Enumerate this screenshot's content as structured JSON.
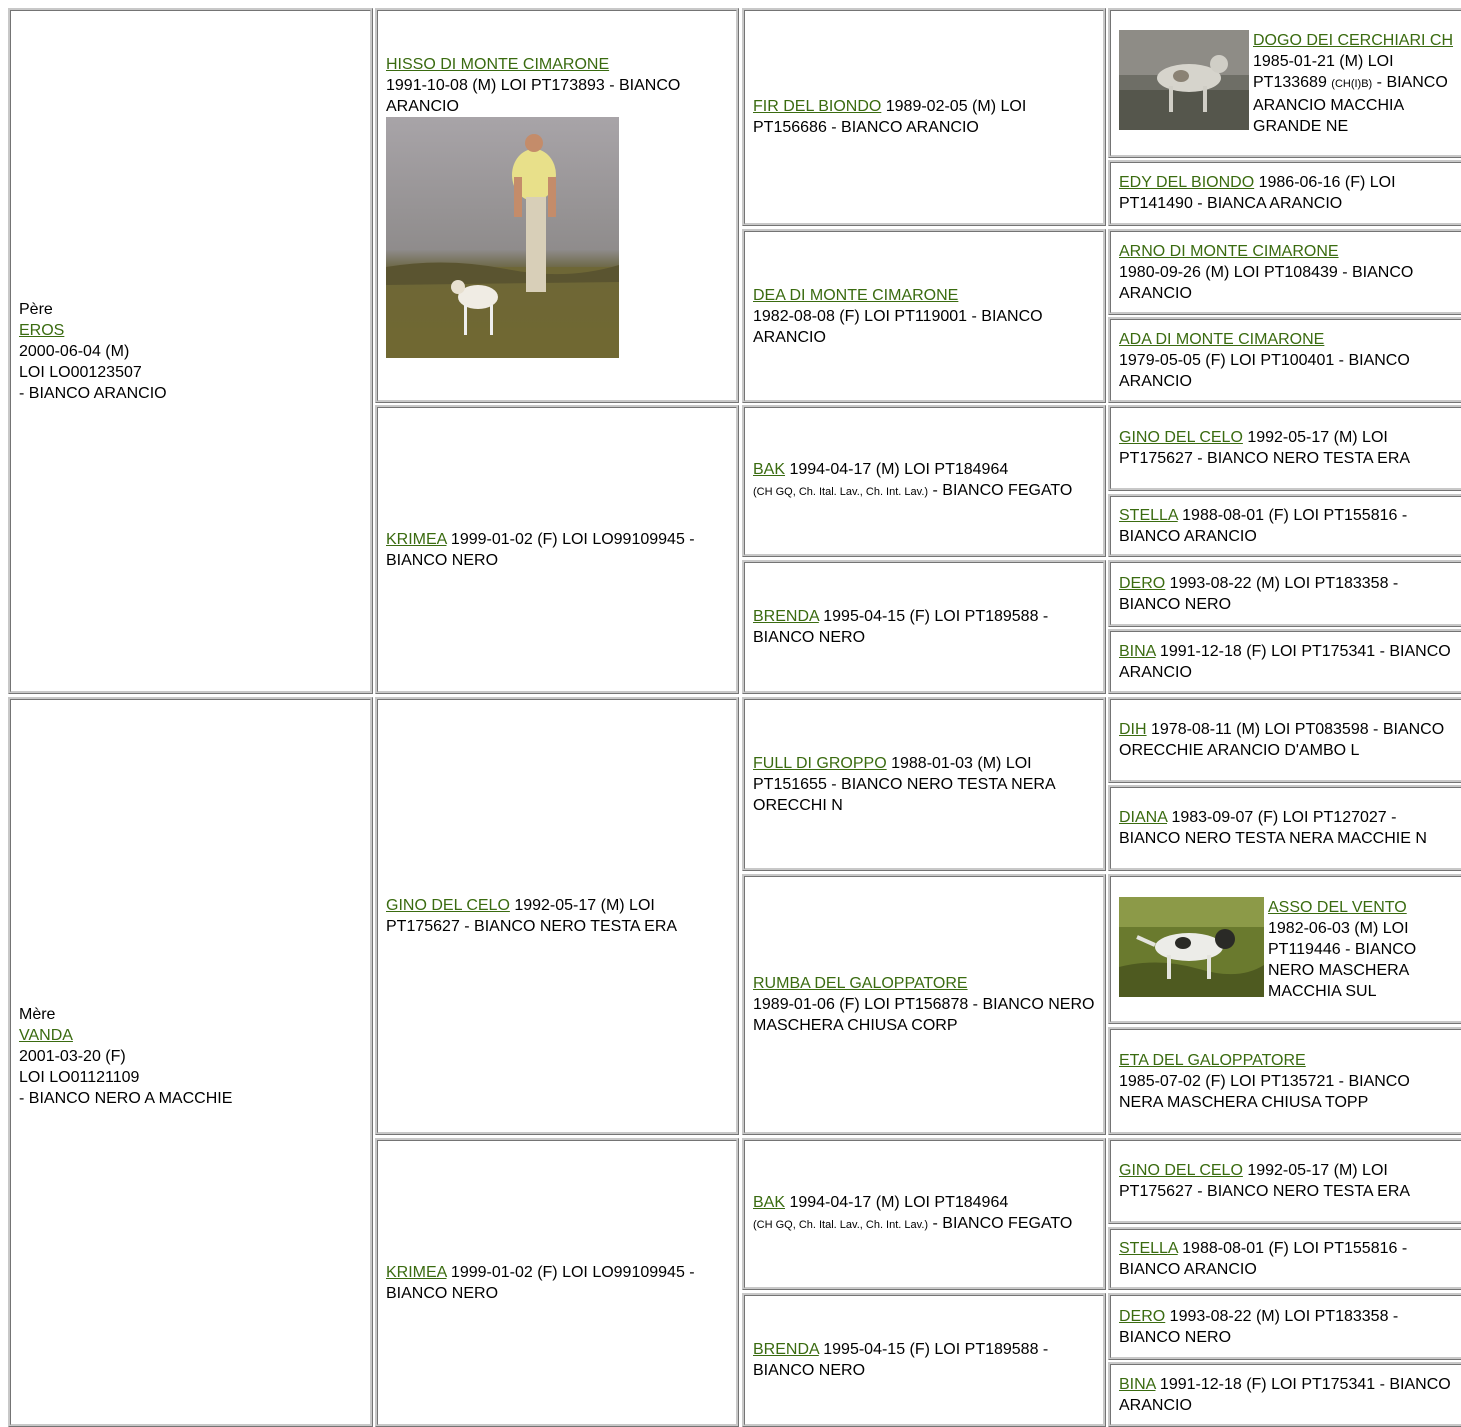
{
  "sire": {
    "role": "Père",
    "name": "EROS",
    "line1": "2000-06-04 (M)",
    "line2": "LOI LO00123507",
    "line3": "- BIANCO ARANCIO"
  },
  "dam": {
    "role": "Mère",
    "name": "VANDA",
    "line1": "2001-03-20 (F)",
    "line2": "LOI LO01121109",
    "line3": "- BIANCO NERO A MACCHIE"
  },
  "g2": [
    {
      "name": "HISSO DI MONTE CIMARONE",
      "text": "1991-10-08 (M) LOI PT173893 - BIANCO ARANCIO"
    },
    {
      "name": "KRIMEA",
      "text": " 1999-01-02 (F) LOI LO99109945 - BIANCO NERO"
    },
    {
      "name": "GINO DEL CELO",
      "text": " 1992-05-17 (M) LOI PT175627 - BIANCO NERO TESTA ERA"
    },
    {
      "name": "KRIMEA",
      "text": " 1999-01-02 (F) LOI LO99109945 - BIANCO NERO"
    }
  ],
  "g3": [
    {
      "name": "FIR DEL BIONDO",
      "text": " 1989-02-05 (M) LOI PT156686 - BIANCO ARANCIO"
    },
    {
      "name": "DEA DI MONTE CIMARONE",
      "text": "1982-08-08 (F) LOI PT119001 - BIANCO ARANCIO"
    },
    {
      "name": "BAK",
      "text": " 1994-04-17 (M) LOI PT184964",
      "titles": "(CH GQ, Ch. Ital. Lav., Ch. Int. Lav.)",
      "text2": " - BIANCO FEGATO"
    },
    {
      "name": "BRENDA",
      "text": " 1995-04-15 (F) LOI PT189588 - BIANCO NERO"
    },
    {
      "name": "FULL DI GROPPO",
      "text": " 1988-01-03 (M) LOI PT151655 - BIANCO NERO TESTA NERA ORECCHI N"
    },
    {
      "name": "RUMBA DEL GALOPPATORE",
      "text": "1989-01-06 (F) LOI PT156878 - BIANCO NERO MASCHERA CHIUSA CORP"
    },
    {
      "name": "BAK",
      "text": " 1994-04-17 (M) LOI PT184964",
      "titles": "(CH GQ, Ch. Ital. Lav., Ch. Int. Lav.)",
      "text2": " - BIANCO FEGATO"
    },
    {
      "name": "BRENDA",
      "text": " 1995-04-15 (F) LOI PT189588 - BIANCO NERO"
    }
  ],
  "g4": [
    {
      "name": "DOGO DEI CERCHIARI CH",
      "text": "1985-01-21 (M) LOI PT133689 ",
      "titles": "(CH(I)B)",
      "text2": " - BIANCO ARANCIO MACCHIA GRANDE NE"
    },
    {
      "name": "EDY DEL BIONDO",
      "text": " 1986-06-16 (F) LOI PT141490 - BIANCA ARANCIO"
    },
    {
      "name": "ARNO DI MONTE CIMARONE",
      "text": "1980-09-26 (M) LOI PT108439 - BIANCO ARANCIO"
    },
    {
      "name": "ADA DI MONTE CIMARONE",
      "text": "1979-05-05 (F) LOI PT100401 - BIANCO ARANCIO"
    },
    {
      "name": "GINO DEL CELO",
      "text": " 1992-05-17 (M) LOI PT175627 - BIANCO NERO TESTA ERA"
    },
    {
      "name": "STELLA",
      "text": " 1988-08-01 (F) LOI PT155816 - BIANCO ARANCIO"
    },
    {
      "name": "DERO",
      "text": " 1993-08-22 (M) LOI PT183358 - BIANCO NERO"
    },
    {
      "name": "BINA",
      "text": " 1991-12-18 (F) LOI PT175341 - BIANCO ARANCIO"
    },
    {
      "name": "DIH",
      "text": " 1978-08-11 (M) LOI PT083598 - BIANCO ORECCHIE ARANCIO D'AMBO L"
    },
    {
      "name": "DIANA",
      "text": " 1983-09-07 (F) LOI PT127027 - BIANCO NERO TESTA NERA MACCHIE N"
    },
    {
      "name": "ASSO DEL VENTO",
      "text": "1982-06-03 (M) LOI PT119446 - BIANCO NERO MASCHERA MACCHIA SUL"
    },
    {
      "name": "ETA DEL GALOPPATORE",
      "text": "1985-07-02 (F) LOI PT135721 - BIANCO NERA MASCHERA CHIUSA TOPP"
    },
    {
      "name": "GINO DEL CELO",
      "text": " 1992-05-17 (M) LOI PT175627 - BIANCO NERO TESTA ERA"
    },
    {
      "name": "STELLA",
      "text": " 1988-08-01 (F) LOI PT155816 - BIANCO ARANCIO"
    },
    {
      "name": "DERO",
      "text": " 1993-08-22 (M) LOI PT183358 - BIANCO NERO"
    },
    {
      "name": "BINA",
      "text": " 1991-12-18 (F) LOI PT175341 - BIANCO ARANCIO"
    }
  ],
  "colors": {
    "link": "#3a6b10",
    "border": "#c8c8c8"
  }
}
